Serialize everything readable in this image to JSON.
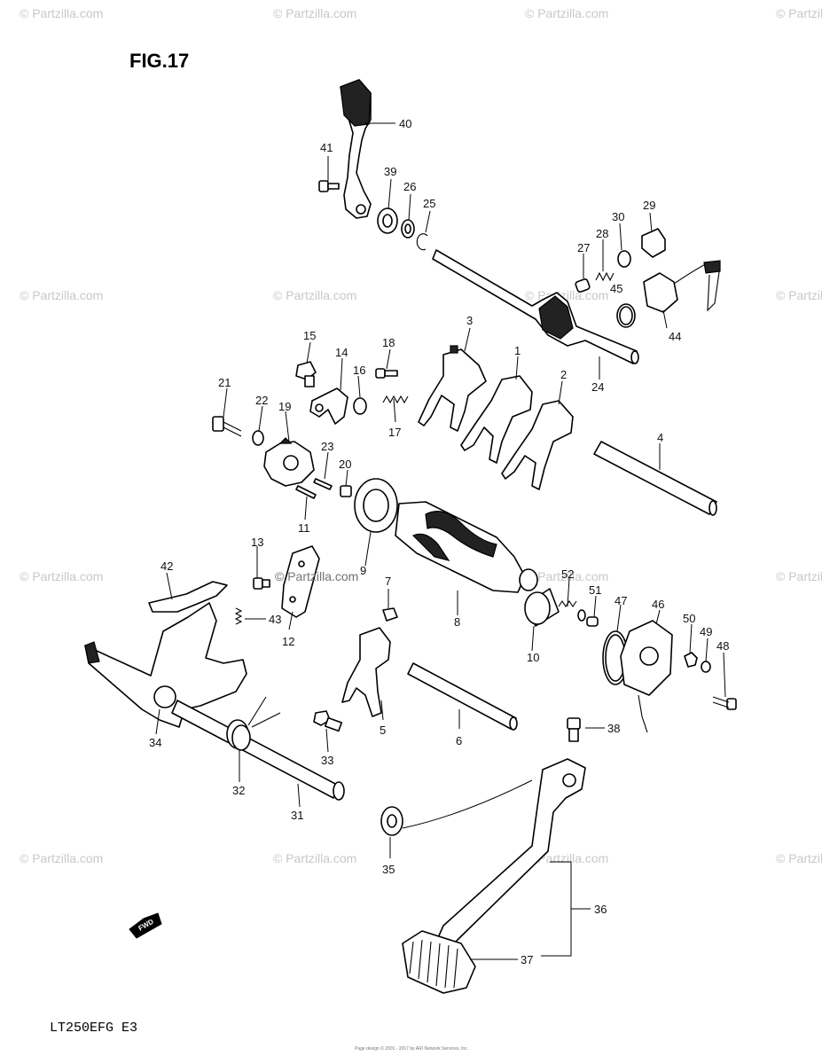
{
  "figure": {
    "title": "FIG.17",
    "model": "LT250EFG  E3"
  },
  "watermarks": [
    "© Partzilla.com",
    "© Partzilla.com",
    "© Partzilla.com",
    "© Partzilla.com",
    "© Partzilla.com",
    "© Partzilla.com",
    "© Partzilla.com",
    "© Partzilla.com",
    "© Partzilla.com",
    "© Partzilla.com",
    "© Partzilla.com",
    "© Partzilla.com",
    "© Partzilla.com",
    "© Partzilla.com",
    "© Partzilla.com",
    "© Partzilla.com",
    "© Partzilla.com"
  ],
  "callouts": [
    "1",
    "2",
    "3",
    "4",
    "5",
    "6",
    "7",
    "8",
    "9",
    "10",
    "11",
    "12",
    "13",
    "14",
    "15",
    "16",
    "17",
    "18",
    "19",
    "20",
    "21",
    "22",
    "23",
    "24",
    "25",
    "26",
    "27",
    "28",
    "29",
    "30",
    "31",
    "32",
    "33",
    "34",
    "35",
    "36",
    "37",
    "38",
    "39",
    "40",
    "41",
    "42",
    "43",
    "44",
    "45",
    "46",
    "47",
    "48",
    "49",
    "50",
    "51",
    "52"
  ],
  "fwd_label": "FWD",
  "footer_tiny": "Page design © 2001 - 2017 by ARI Network Services, Inc."
}
